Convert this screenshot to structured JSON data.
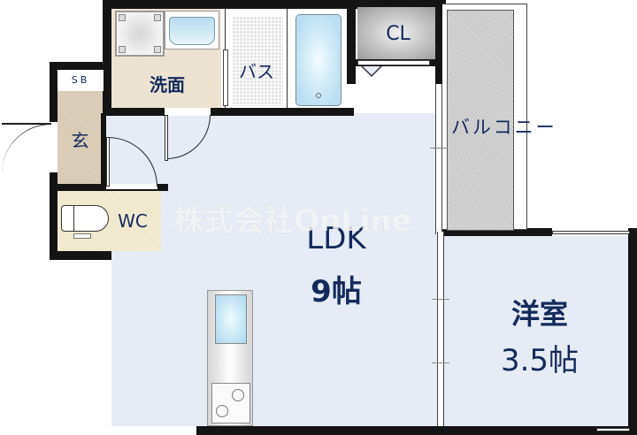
{
  "floorplan": {
    "watermark": "株式会社OnLine",
    "rooms": {
      "ldk": {
        "name": "LDK",
        "size": "9帖"
      },
      "western_room": {
        "name": "洋室",
        "size": "3.5帖"
      },
      "washroom": {
        "name": "洗面"
      },
      "bath": {
        "name": "バス"
      },
      "closet": {
        "name": "CL"
      },
      "balcony": {
        "name": "バルコニー"
      },
      "entrance": {
        "name": "玄"
      },
      "shoe_box": {
        "name": "SB"
      },
      "toilet": {
        "name": "WC"
      }
    },
    "colors": {
      "wall": "#141414",
      "room_floor": "#e6ebf6",
      "label_text": "#142a5c",
      "washroom_floor": "#efe5d4",
      "balcony_floor": "#c8c8c8"
    }
  }
}
